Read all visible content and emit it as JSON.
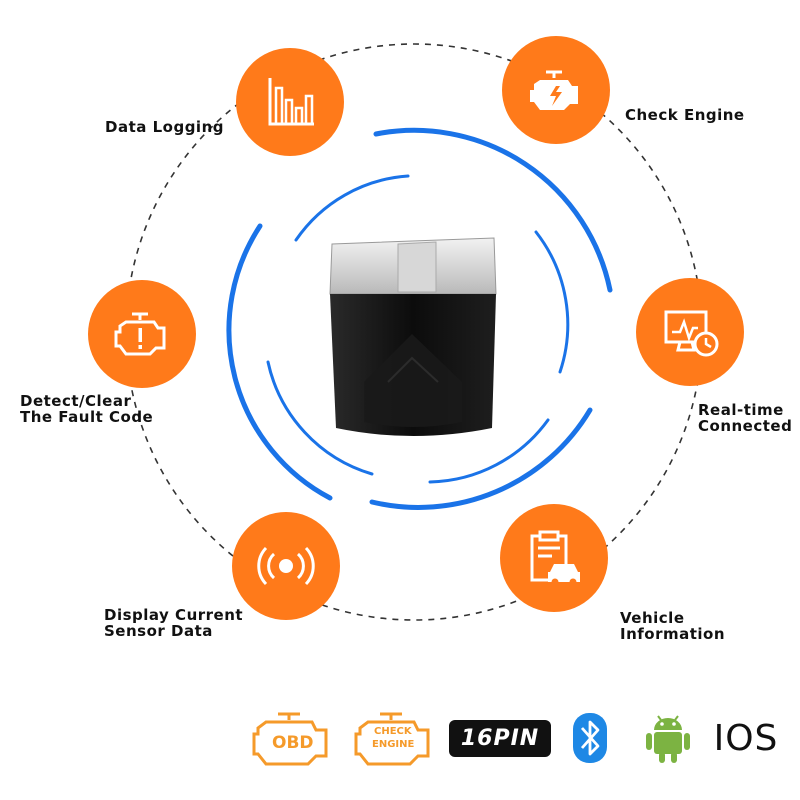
{
  "features": [
    {
      "id": "data-logging",
      "label": "Data Logging",
      "icon": "bar-chart-icon"
    },
    {
      "id": "check-engine",
      "label": "Check Engine",
      "icon": "engine-warning-icon"
    },
    {
      "id": "detect-clear",
      "label": "Detect/Clear\nThe Fault Code",
      "icon": "engine-alert-icon"
    },
    {
      "id": "real-time",
      "label": "Real-time\nConnected",
      "icon": "monitor-clock-icon"
    },
    {
      "id": "sensor-data",
      "label": "Display Current\nSensor Data",
      "icon": "sensor-signal-icon"
    },
    {
      "id": "vehicle-info",
      "label": "Vehicle\nInformation",
      "icon": "clipboard-car-icon"
    }
  ],
  "badges": {
    "obd": "OBD",
    "check_engine_line1": "CHECK",
    "check_engine_line2": "ENGINE",
    "pin": "16PIN",
    "ios": "IOS"
  },
  "colors": {
    "accent": "#ff7a1a",
    "blue": "#1a73e8",
    "badge_orange": "#f59a2a",
    "bluetooth": "#1e88e5",
    "android": "#7cb342"
  }
}
